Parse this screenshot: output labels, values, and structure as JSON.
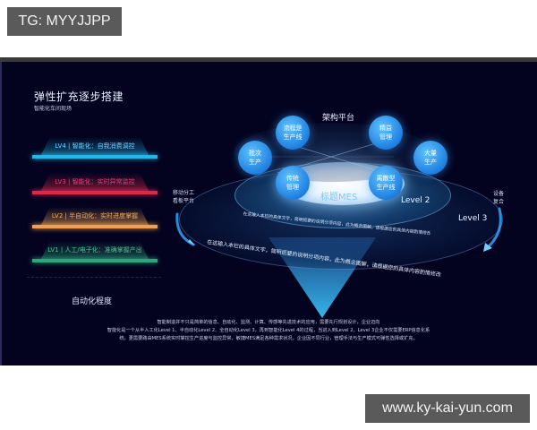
{
  "badges": {
    "tg": "TG: MYYJJPP",
    "url": "www.ky-kai-yun.com"
  },
  "left_panel": {
    "title": "弹性扩充逐步搭建",
    "subtitle": "智能化车间现场",
    "axis_label": "自动化程度",
    "levels": [
      {
        "id": "LV4",
        "label": "LV4 | 智能化：自我消费调控",
        "color": "#1fb8ea"
      },
      {
        "id": "LV3",
        "label": "LV3 | 智能化：实时异常监控",
        "color": "#e0274a"
      },
      {
        "id": "LV2",
        "label": "LV2 | 半自动化：实时进度掌握",
        "color": "#f0a050"
      },
      {
        "id": "LV1",
        "label": "LV1 | 人工/电子化：准确掌握产出",
        "color": "#2ea57a"
      }
    ]
  },
  "diagram": {
    "platform_title": "架构平台",
    "core_label": "标题MES",
    "bubbles": [
      {
        "label": "流程是\n生产线"
      },
      {
        "label": "精益\n管理"
      },
      {
        "label": "批次\n生产"
      },
      {
        "label": "大量\n生产"
      },
      {
        "label": "传统\n管理"
      },
      {
        "label": "离散型\n生产线"
      }
    ],
    "level2": "Level 2",
    "level3": "Level 3",
    "left_note": [
      "移动分工",
      "看板平台"
    ],
    "right_note": [
      "设备",
      "复合"
    ],
    "inner_arc_text": "在这输入本栏的具体文字，简明扼要的说明分项内容，此为概念图解，请根据您的具体内容酌情修改",
    "outer_arc_text": "在这输入本栏的具体文字，简明扼要的说明分项内容，此为概念图解，请根据您的具体内容酌情修改"
  },
  "description": [
    "智能制造并不只是简单的信息、自动化、监测、计算、传感等先进技术的应用，需要先行规划设计，企业迈向",
    "智能化是一个从半人工化Level 1、半自动化Level 2、全自动化Level 3，再到智能化Level 4的过程，当进入到Level 2、Level 3企业不仅需要ERP信息化系",
    "统，更需要路由MES系统实时掌控生产进度与监控异常，敏捷MES满足各种需求状况，企业因不同行业，管理手法与生产模式可弹性选择或扩充。"
  ]
}
